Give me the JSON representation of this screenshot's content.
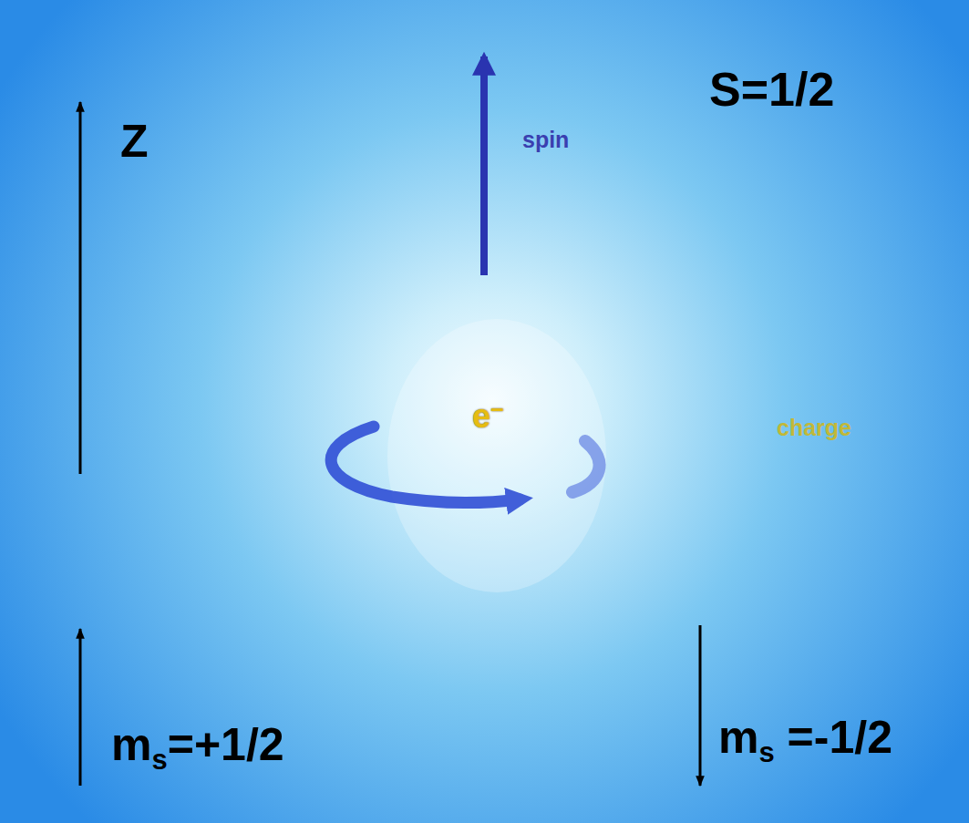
{
  "diagram": {
    "labels": [
      "S=1/2",
      "Z",
      "spin",
      "e−",
      "charge",
      "ms=+1/2",
      "ms =-1/2"
    ]
  }
}
